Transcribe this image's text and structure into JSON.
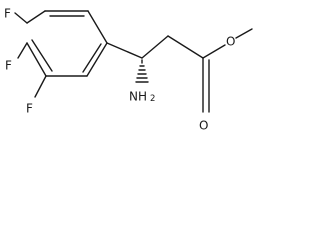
{
  "molecule": {
    "labels": {
      "f_top": "F",
      "f_middle": "F",
      "f_bottom": "F",
      "amine_main": "NH",
      "amine_sub": "2",
      "ester_oxygen": "O",
      "carbonyl_oxygen": "O"
    },
    "colors": {
      "bond": "#1a1a1a",
      "text": "#1a1a1a",
      "background": "#ffffff"
    }
  }
}
